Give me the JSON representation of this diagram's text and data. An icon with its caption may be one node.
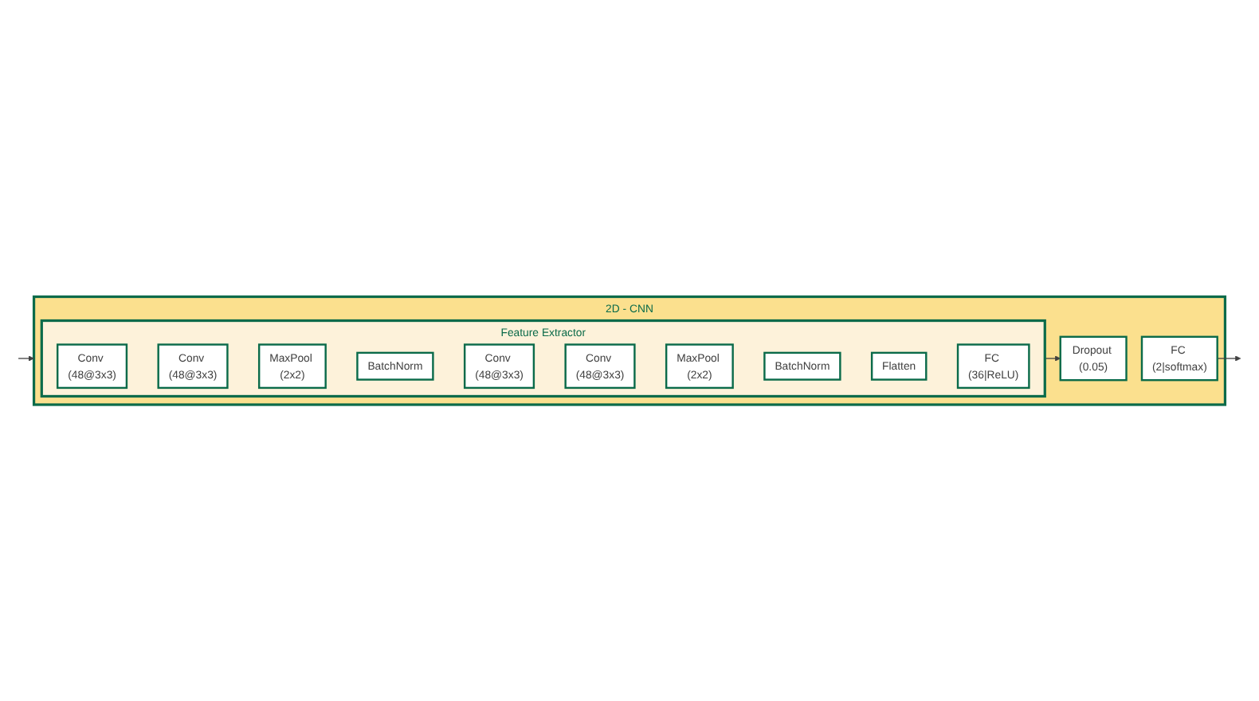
{
  "diagram": {
    "nodes": [
      {
        "text": [
          "2D - CNN"
        ]
      },
      {
        "text": [
          "Feature Extractor"
        ],
        "in": 0
      },
      {
        "text": [
          "Conv (48@3x3)"
        ],
        "in": 1
      },
      {
        "text": [
          "Conv (48@3x3)"
        ],
        "in": 1
      },
      {
        "text": [
          "MaxPool (2x2)"
        ],
        "in": 1
      },
      {
        "text": [
          "BatchNorm"
        ],
        "in": 1
      },
      {
        "text": [
          "Conv (48@3x3)"
        ],
        "in": 1
      },
      {
        "text": [
          "Conv (48@3x3)"
        ],
        "in": 1
      },
      {
        "text": [
          "MaxPool (2x2)"
        ],
        "in": 1
      },
      {
        "text": [
          "BatchNorm"
        ],
        "in": 1
      },
      {
        "text": [
          "Flatten"
        ],
        "in": 1
      },
      {
        "text": [
          "FC (36|ReLU)"
        ],
        "in": 1
      },
      {
        "text": [
          "Dropout (0.05)"
        ],
        "in": 0
      },
      {
        "text": [
          "FC (2|softmax)"
        ],
        "in": 0
      }
    ],
    "edges": [
      {
        "from": null,
        "to": 0,
        "arrow": "to"
      },
      {
        "from": 1,
        "to": 12,
        "arrow": "to"
      },
      {
        "from": 13,
        "to": null,
        "arrow": "to"
      }
    ]
  }
}
